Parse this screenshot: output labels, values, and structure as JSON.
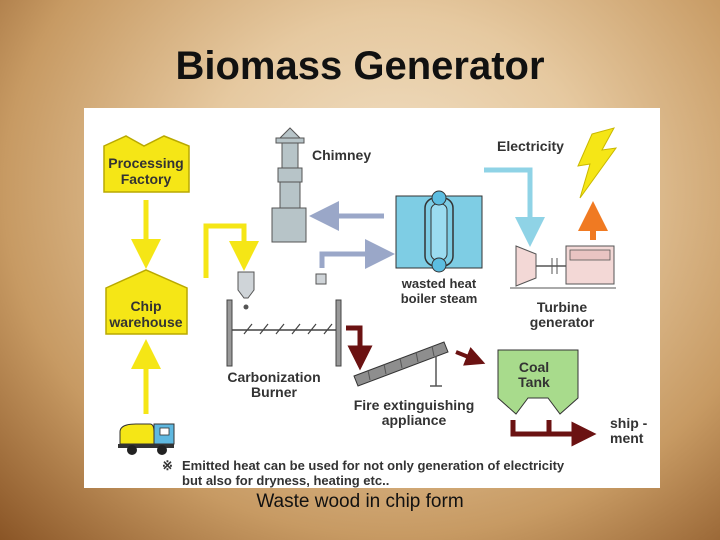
{
  "title": "Biomass Generator",
  "caption": "Waste wood in chip form",
  "diagram": {
    "processing_factory": [
      "Processing",
      "Factory"
    ],
    "chip_warehouse": [
      "Chip",
      "warehouse"
    ],
    "chimney": "Chimney",
    "electricity": "Electricity",
    "wasted_heat": [
      "wasted heat",
      "boiler steam"
    ],
    "turbine": [
      "Turbine",
      "generator"
    ],
    "carbonization": [
      "Carbonization",
      "Burner"
    ],
    "fire_extinguishing": [
      "Fire extinguishing",
      "appliance"
    ],
    "coal_tank": [
      "Coal",
      "Tank"
    ],
    "shipment": [
      "ship -",
      "ment"
    ],
    "note_mark": "※",
    "note": [
      "Emitted heat can be used for not only generation of electricity",
      "but also for dryness, heating etc.."
    ]
  },
  "colors": {
    "yellow": "#f5e616",
    "light_blue": "#8fd3e6",
    "gray_blue": "#9aa7c8",
    "green": "#a8db8c",
    "dark_red": "#6b1212",
    "orange": "#f07a22"
  }
}
